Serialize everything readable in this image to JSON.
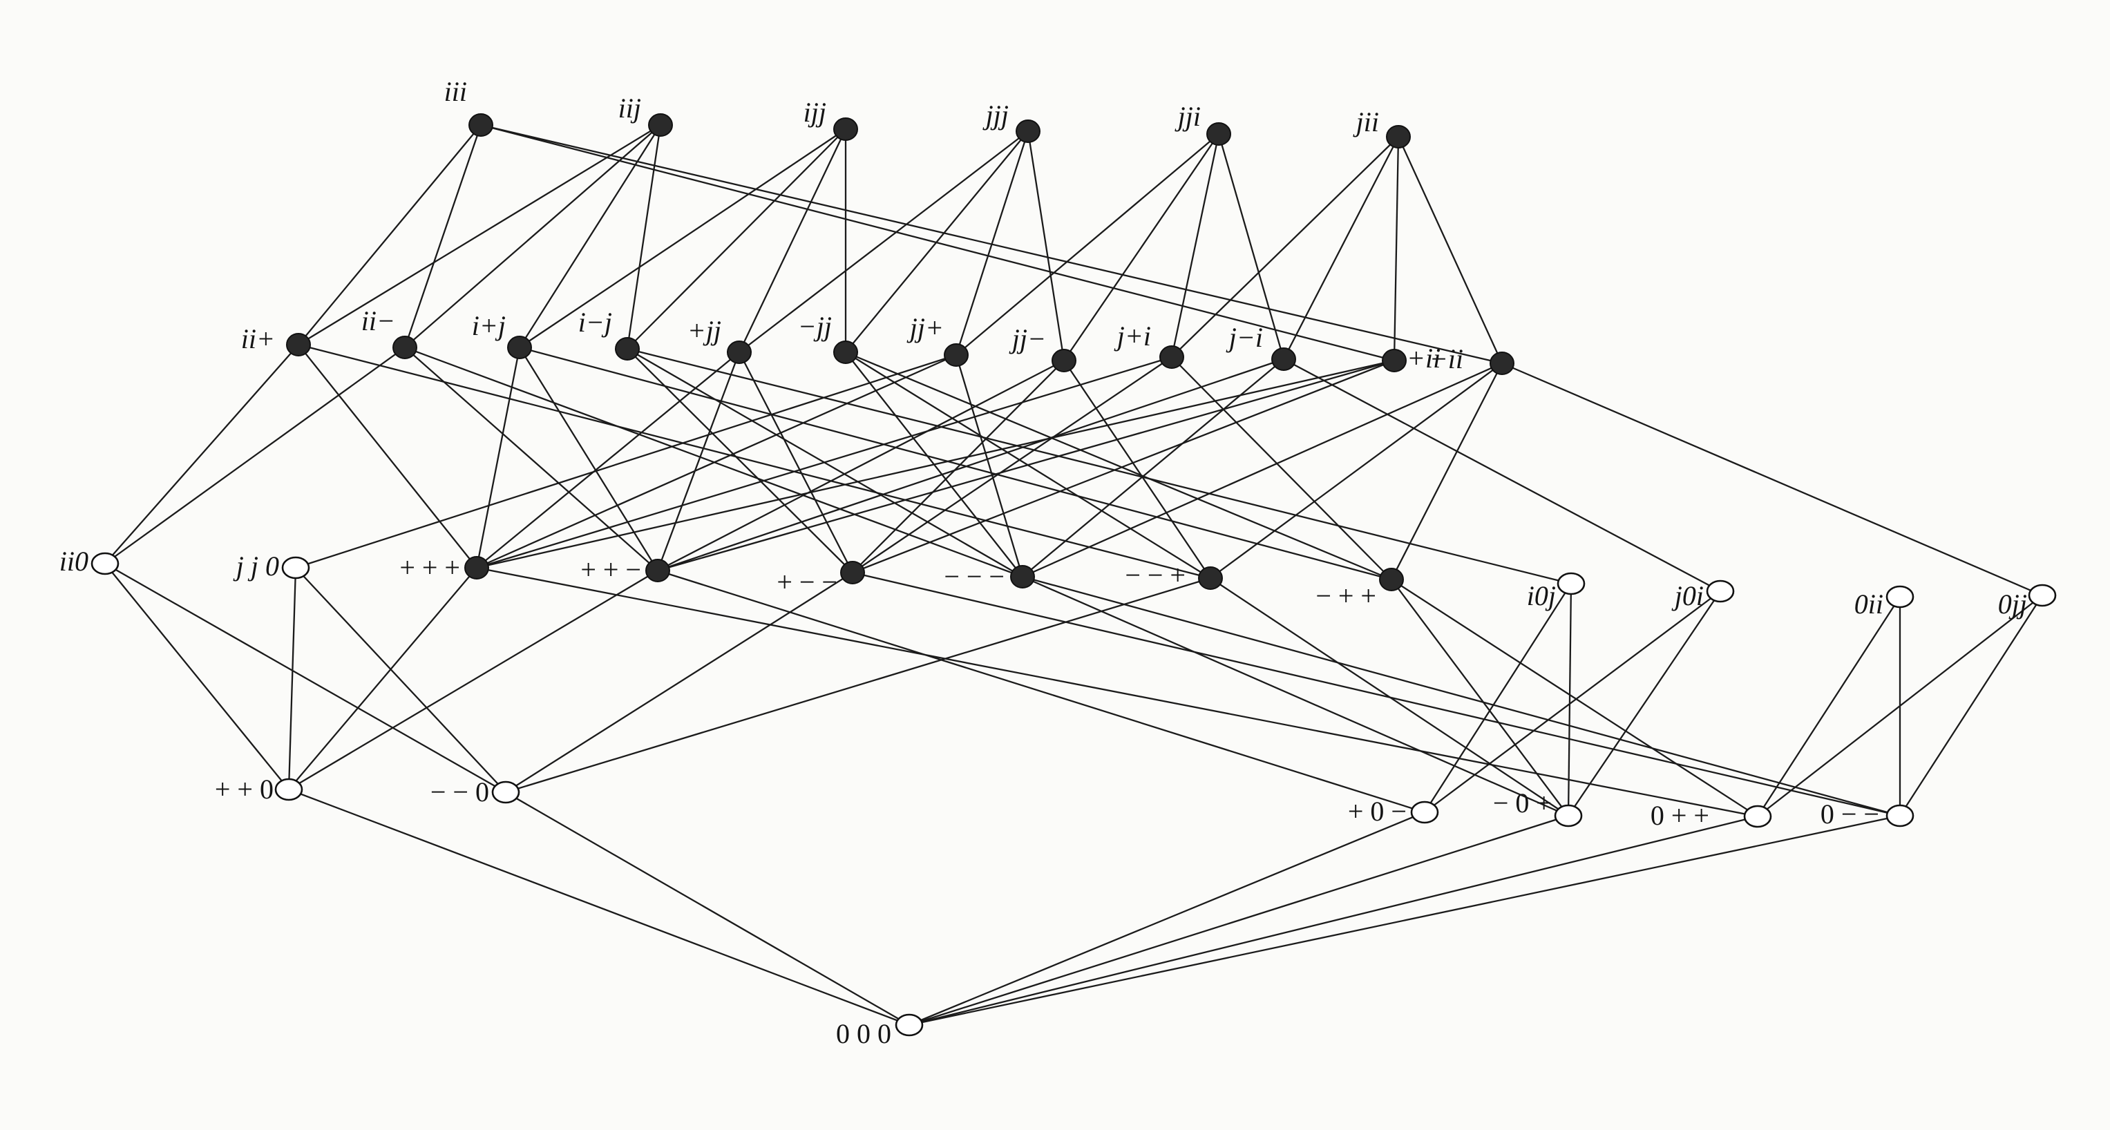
{
  "diagram": {
    "nodes": [
      {
        "id": "iii",
        "label": "iii",
        "filled": true
      },
      {
        "id": "iij",
        "label": "iij",
        "filled": true
      },
      {
        "id": "ijj",
        "label": "ijj",
        "filled": true
      },
      {
        "id": "jjj",
        "label": "jjj",
        "filled": true
      },
      {
        "id": "jji",
        "label": "jji",
        "filled": true
      },
      {
        "id": "jii",
        "label": "jii",
        "filled": true
      },
      {
        "id": "ii+",
        "label": "ii+",
        "filled": true
      },
      {
        "id": "ii-",
        "label": "ii−",
        "filled": true
      },
      {
        "id": "i+j",
        "label": "i+j",
        "filled": true
      },
      {
        "id": "i-j",
        "label": "i−j",
        "filled": true
      },
      {
        "id": "+jj",
        "label": "+jj",
        "filled": true
      },
      {
        "id": "-jj",
        "label": "−jj",
        "filled": true
      },
      {
        "id": "jj+",
        "label": "jj+",
        "filled": true
      },
      {
        "id": "jj-",
        "label": "jj−",
        "filled": true
      },
      {
        "id": "j+i",
        "label": "j+i",
        "filled": true
      },
      {
        "id": "j-i",
        "label": "j−i",
        "filled": true
      },
      {
        "id": "+ii",
        "label": "+ii",
        "filled": true
      },
      {
        "id": "-ii",
        "label": "−ii",
        "filled": true
      },
      {
        "id": "ii0",
        "label": "ii0",
        "filled": false
      },
      {
        "id": "jj0",
        "label": "j j 0",
        "filled": false
      },
      {
        "id": "+++",
        "label": "+ + +",
        "filled": true
      },
      {
        "id": "++-",
        "label": "+ + −",
        "filled": true
      },
      {
        "id": "+--",
        "label": "+ − −",
        "filled": true
      },
      {
        "id": "---",
        "label": "− − −",
        "filled": true
      },
      {
        "id": "--+",
        "label": "− − +",
        "filled": true
      },
      {
        "id": "-++",
        "label": "− + +",
        "filled": true
      },
      {
        "id": "i0j",
        "label": "i0j",
        "filled": false
      },
      {
        "id": "j0i",
        "label": "j0i",
        "filled": false
      },
      {
        "id": "0ii",
        "label": "0ii",
        "filled": false
      },
      {
        "id": "0jj",
        "label": "0jj",
        "filled": false
      },
      {
        "id": "++0",
        "label": "+ + 0",
        "filled": false
      },
      {
        "id": "--0",
        "label": "− − 0",
        "filled": false
      },
      {
        "id": "+0-",
        "label": "+ 0 −",
        "filled": false
      },
      {
        "id": "-0+",
        "label": "− 0 +",
        "filled": false
      },
      {
        "id": "0++",
        "label": "0 + +",
        "filled": false
      },
      {
        "id": "0--",
        "label": "0 − −",
        "filled": false
      },
      {
        "id": "000",
        "label": "0 0 0",
        "filled": false
      }
    ],
    "edges": [
      [
        "iii",
        "ii+"
      ],
      [
        "iii",
        "ii-"
      ],
      [
        "iii",
        "+ii"
      ],
      [
        "iii",
        "-ii"
      ],
      [
        "iij",
        "ii+"
      ],
      [
        "iij",
        "ii-"
      ],
      [
        "iij",
        "i+j"
      ],
      [
        "iij",
        "i-j"
      ],
      [
        "ijj",
        "i+j"
      ],
      [
        "ijj",
        "i-j"
      ],
      [
        "ijj",
        "+jj"
      ],
      [
        "ijj",
        "-jj"
      ],
      [
        "jjj",
        "+jj"
      ],
      [
        "jjj",
        "-jj"
      ],
      [
        "jjj",
        "jj+"
      ],
      [
        "jjj",
        "jj-"
      ],
      [
        "jji",
        "jj+"
      ],
      [
        "jji",
        "jj-"
      ],
      [
        "jji",
        "j+i"
      ],
      [
        "jji",
        "j-i"
      ],
      [
        "jii",
        "j+i"
      ],
      [
        "jii",
        "j-i"
      ],
      [
        "jii",
        "+ii"
      ],
      [
        "jii",
        "-ii"
      ],
      [
        "ii+",
        "ii0"
      ],
      [
        "ii+",
        "+++"
      ],
      [
        "ii+",
        "--+"
      ],
      [
        "ii-",
        "ii0"
      ],
      [
        "ii-",
        "++-"
      ],
      [
        "ii-",
        "---"
      ],
      [
        "i+j",
        "+++"
      ],
      [
        "i+j",
        "++-"
      ],
      [
        "i+j",
        "-++"
      ],
      [
        "i-j",
        "+--"
      ],
      [
        "i-j",
        "---"
      ],
      [
        "i-j",
        "i0j"
      ],
      [
        "+jj",
        "+++"
      ],
      [
        "+jj",
        "++-"
      ],
      [
        "+jj",
        "+--"
      ],
      [
        "-jj",
        "---"
      ],
      [
        "-jj",
        "--+"
      ],
      [
        "-jj",
        "-++"
      ],
      [
        "jj+",
        "jj0"
      ],
      [
        "jj+",
        "+++"
      ],
      [
        "jj+",
        "---"
      ],
      [
        "jj-",
        "++-"
      ],
      [
        "jj-",
        "+--"
      ],
      [
        "jj-",
        "--+"
      ],
      [
        "j+i",
        "+++"
      ],
      [
        "j+i",
        "+--"
      ],
      [
        "j+i",
        "-++"
      ],
      [
        "j-i",
        "++-"
      ],
      [
        "j-i",
        "---"
      ],
      [
        "j-i",
        "j0i"
      ],
      [
        "+ii",
        "+++"
      ],
      [
        "+ii",
        "++-"
      ],
      [
        "+ii",
        "+--"
      ],
      [
        "-ii",
        "---"
      ],
      [
        "-ii",
        "--+"
      ],
      [
        "-ii",
        "-++"
      ],
      [
        "-ii",
        "0jj"
      ],
      [
        "ii0",
        "++0"
      ],
      [
        "ii0",
        "--0"
      ],
      [
        "jj0",
        "++0"
      ],
      [
        "jj0",
        "--0"
      ],
      [
        "+++",
        "++0"
      ],
      [
        "+++",
        "0++"
      ],
      [
        "++-",
        "++0"
      ],
      [
        "++-",
        "+0-"
      ],
      [
        "+--",
        "--0"
      ],
      [
        "+--",
        "0--"
      ],
      [
        "---",
        "-0+"
      ],
      [
        "---",
        "0--"
      ],
      [
        "--+",
        "--0"
      ],
      [
        "--+",
        "-0+"
      ],
      [
        "-++",
        "0++"
      ],
      [
        "-++",
        "-0+"
      ],
      [
        "i0j",
        "+0-"
      ],
      [
        "i0j",
        "-0+"
      ],
      [
        "j0i",
        "+0-"
      ],
      [
        "j0i",
        "-0+"
      ],
      [
        "0ii",
        "0++"
      ],
      [
        "0ii",
        "0--"
      ],
      [
        "0jj",
        "0++"
      ],
      [
        "0jj",
        "0--"
      ],
      [
        "++0",
        "000"
      ],
      [
        "--0",
        "000"
      ],
      [
        "+0-",
        "000"
      ],
      [
        "-0+",
        "000"
      ],
      [
        "0++",
        "000"
      ],
      [
        "0--",
        "000"
      ]
    ]
  }
}
